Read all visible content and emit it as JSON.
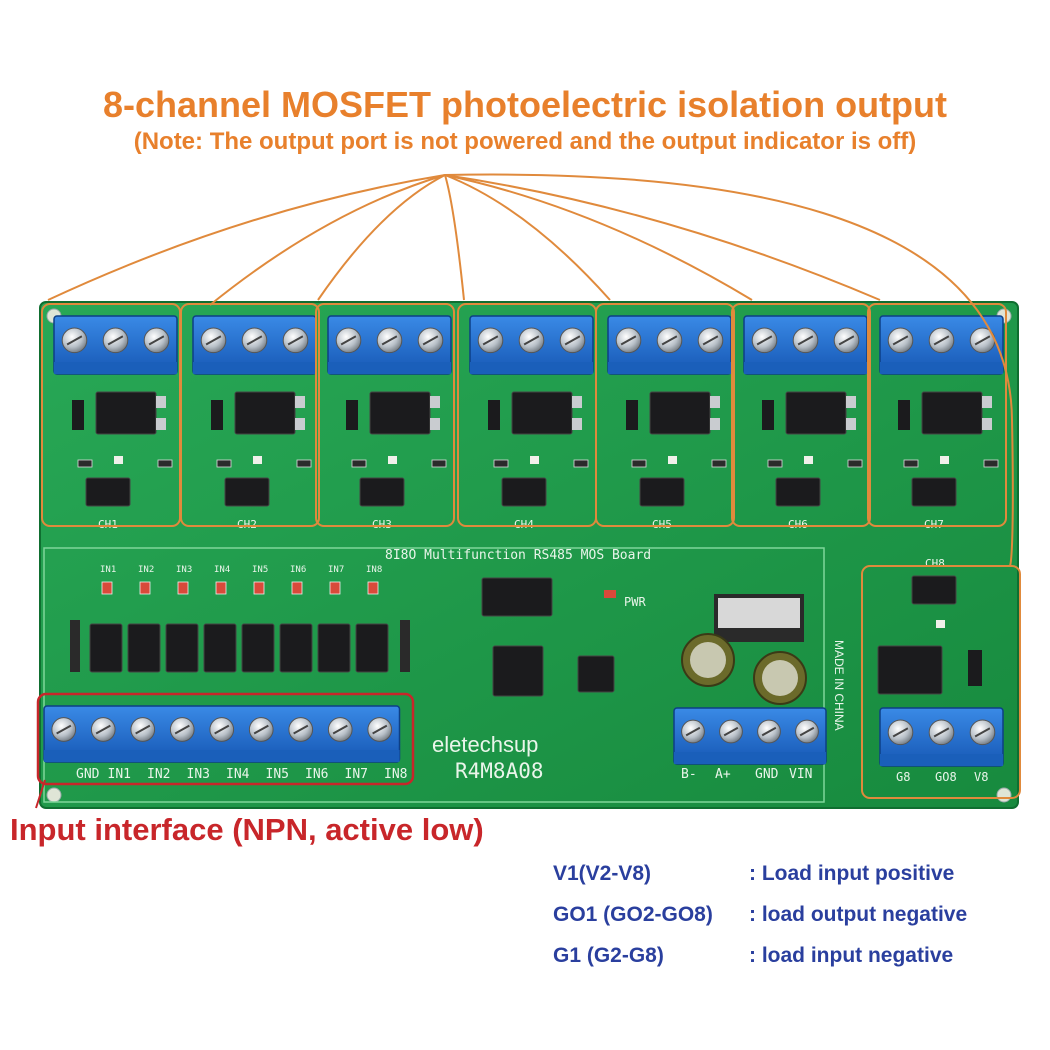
{
  "title": "8-channel MOSFET photoelectric isolation output",
  "subtitle": "(Note: The output port is not powered and the output indicator is off)",
  "board": {
    "header_silk": "8I8O Multifunction RS485 MOS Board",
    "brand": "eletechsup",
    "model": "R4M8A08",
    "pwr_label": "PWR",
    "made_in": "MADE IN CHINA",
    "channels": [
      "CH1",
      "CH2",
      "CH3",
      "CH4",
      "CH5",
      "CH6",
      "CH7",
      "CH8"
    ],
    "input_leds": [
      "IN1",
      "IN2",
      "IN3",
      "IN4",
      "IN5",
      "IN6",
      "IN7",
      "IN8"
    ],
    "input_terminal_labels": [
      "GND",
      "IN1",
      "IN2",
      "IN3",
      "IN4",
      "IN5",
      "IN6",
      "IN7",
      "IN8"
    ],
    "power_terminal_labels": [
      "B-",
      "A+",
      "GND",
      "VIN"
    ],
    "ch8_terminal_labels": [
      "G8",
      "GO8",
      "V8"
    ]
  },
  "input_note": "Input interface (NPN, active low)",
  "legend": [
    {
      "key": "V1(V2-V8)",
      "desc": ": Load input positive"
    },
    {
      "key": "GO1 (GO2-GO8)",
      "desc": ": load output negative"
    },
    {
      "key": "G1 (G2-G8)",
      "desc": ": load input negative"
    }
  ],
  "colors": {
    "accent_orange": "#e8802c",
    "pcb_green": "#1f9a4a",
    "terminal_blue": "#1e6fd0",
    "note_red": "#c8262a",
    "legend_blue": "#2a3f9e"
  }
}
